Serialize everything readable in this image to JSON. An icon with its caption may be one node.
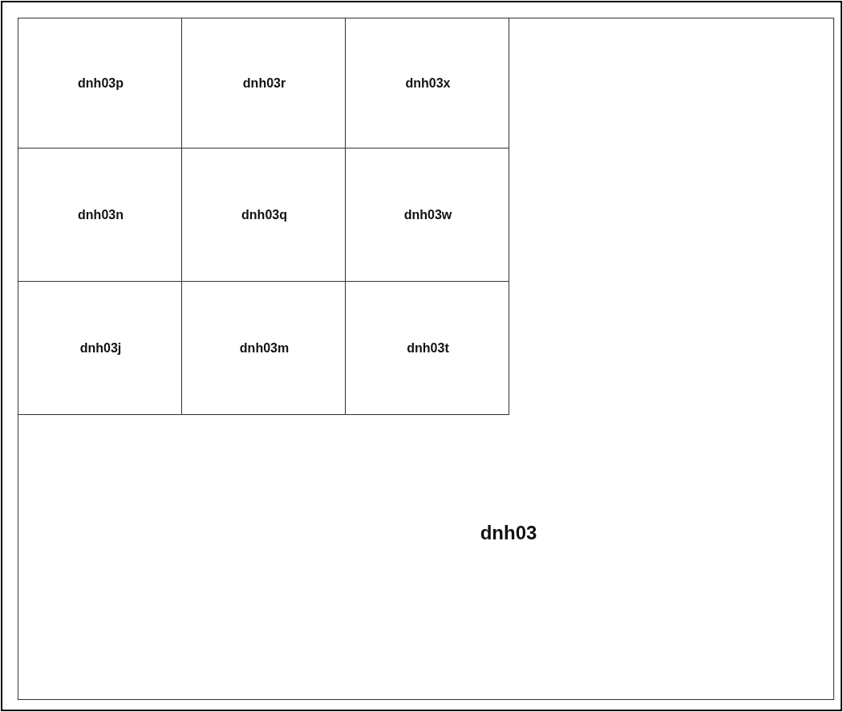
{
  "diagram": {
    "nodes": [
      {
        "text": [
          "dnh03"
        ]
      },
      {
        "text": [
          "dnh03p"
        ],
        "in": 0
      },
      {
        "text": [
          "dnh03r"
        ],
        "in": 0
      },
      {
        "text": [
          "dnh03x"
        ],
        "in": 0
      },
      {
        "text": [
          "dnh03n"
        ],
        "in": 0
      },
      {
        "text": [
          "dnh03q"
        ],
        "in": 0
      },
      {
        "text": [
          "dnh03w"
        ],
        "in": 0
      },
      {
        "text": [
          "dnh03j"
        ],
        "in": 0
      },
      {
        "text": [
          "dnh03m"
        ],
        "in": 0
      },
      {
        "text": [
          "dnh03t"
        ],
        "in": 0
      }
    ]
  }
}
